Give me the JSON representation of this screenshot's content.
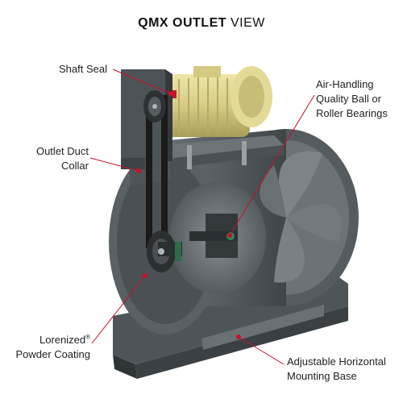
{
  "title": {
    "bold": "QMX OUTLET",
    "light": "VIEW"
  },
  "labels": {
    "shaft_seal": "Shaft Seal",
    "bearings_line1": "Air-Handling",
    "bearings_line2": "Quality Ball or",
    "bearings_line3": "Roller Bearings",
    "duct_line1": "Outlet Duct",
    "duct_line2": "Collar",
    "powder_line1": "Lorenized",
    "powder_reg": "®",
    "powder_line2": "Powder Coating",
    "base_line1": "Adjustable Horizontal",
    "base_line2": "Mounting Base"
  },
  "colors": {
    "callout": "#c8102e",
    "housing": "#5d6468",
    "housing_dark": "#3c4245",
    "motor": "#d9cf8a",
    "belt": "#1a1a1a"
  }
}
